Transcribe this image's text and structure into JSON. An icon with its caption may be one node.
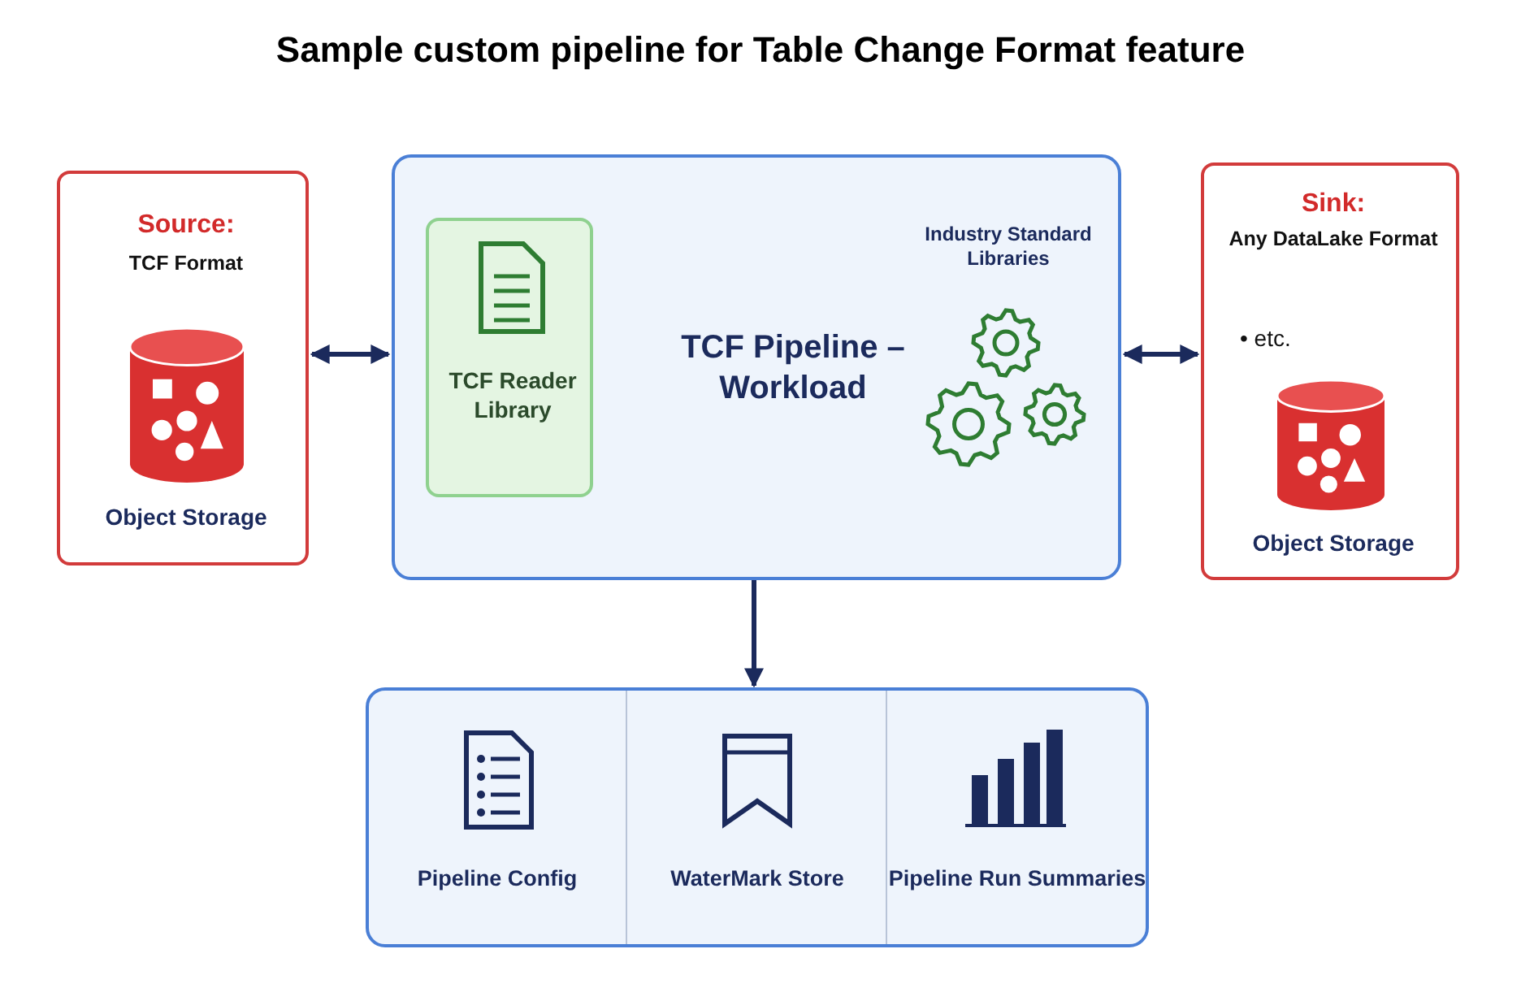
{
  "diagram": {
    "title": "Sample custom pipeline for Table Change Format feature",
    "nodes": [
      {
        "text": [
          "Source:",
          "TCF Format",
          "Object Storage"
        ]
      },
      {
        "text": [
          "TCF Pipeline – Workload",
          "Industry Standard Libraries"
        ]
      },
      {
        "text": [
          "TCF Reader Library"
        ],
        "in": 1
      },
      {
        "text": [
          "Sink:",
          "Any DataLake Format",
          "• etc.",
          "Object Storage"
        ]
      },
      {
        "text": [],
        "shape": "box"
      },
      {
        "text": [
          "Pipeline Config"
        ],
        "in": 4
      },
      {
        "text": [
          "WaterMark Store"
        ],
        "in": 4
      },
      {
        "text": [
          "Pipeline Run Summaries"
        ],
        "in": 4
      }
    ],
    "edges": [
      {
        "from": 0,
        "to": 1,
        "arrow": "both"
      },
      {
        "from": 1,
        "to": 3,
        "arrow": "both"
      },
      {
        "from": 1,
        "to": 4,
        "arrow": "to"
      }
    ]
  }
}
